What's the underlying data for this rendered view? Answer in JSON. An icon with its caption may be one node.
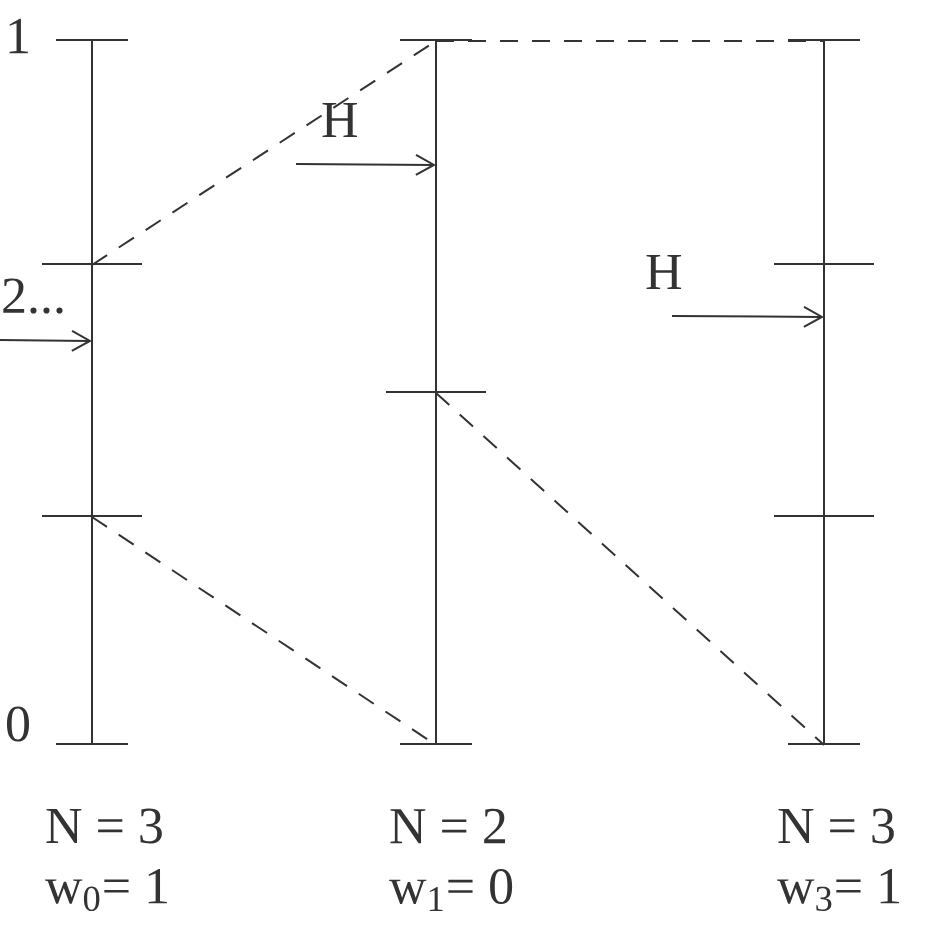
{
  "diagram": {
    "nodes": [
      {
        "text": [],
        "shape": "bar",
        "beside": [
          "N = 3",
          "w$_{0}$= 1"
        ]
      },
      {
        "text": [],
        "shape": "bar",
        "beside": [
          "N = 2",
          "w$_{1}$= 0"
        ]
      },
      {
        "text": [],
        "shape": "bar",
        "beside": [
          "N = 3",
          "w$_{3}$= 1"
        ]
      }
    ],
    "edges": [
      {
        "from": 0,
        "to": 1,
        "arrow": "none",
        "style": "dashed"
      },
      {
        "from": 0,
        "to": 1,
        "arrow": "none",
        "style": "dashed"
      },
      {
        "from": 1,
        "to": 2,
        "arrow": "none",
        "style": "dashed"
      },
      {
        "from": 1,
        "to": 2,
        "arrow": "none",
        "style": "dashed"
      },
      {
        "from": null,
        "to": 0,
        "arrow": "to",
        "label": "2..."
      },
      {
        "from": null,
        "to": 1,
        "arrow": "to",
        "label": "H"
      },
      {
        "from": null,
        "to": 2,
        "arrow": "to",
        "label": "H"
      }
    ],
    "labels": [
      "1",
      "0"
    ]
  }
}
